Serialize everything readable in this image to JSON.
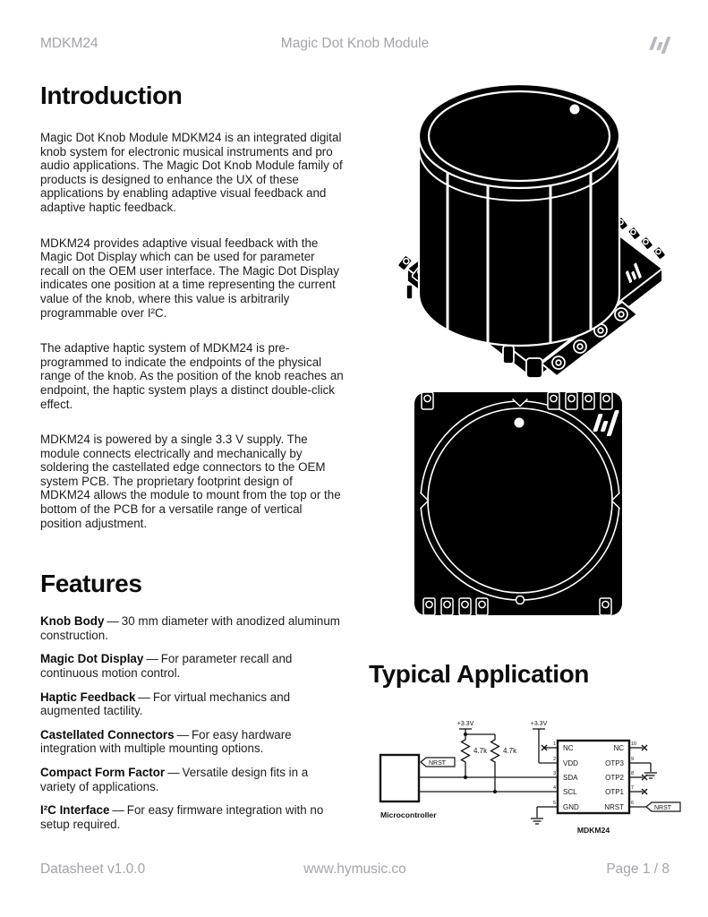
{
  "header": {
    "doc_id": "MDKM24",
    "title": "Magic Dot Knob Module"
  },
  "sections": {
    "introduction": {
      "heading": "Introduction",
      "paragraphs": [
        "Magic Dot Knob Module MDKM24 is an integrated digital knob system for electronic musical instruments and pro audio applications. The Magic Dot Knob Module family of products is designed to enhance the UX of these applications by enabling adaptive visual feedback and adaptive haptic feedback.",
        "MDKM24 provides adaptive visual feedback with the Magic Dot Display which can be used for parameter recall on the OEM user interface. The Magic Dot Display indicates one position at a time representing the current value of the knob, where this value is arbitrarily programmable over I²C.",
        "The adaptive haptic system of MDKM24 is pre-programmed to indicate the endpoints of the physical range of the knob. As the position of the knob reaches an endpoint, the haptic system plays a distinct double-click effect.",
        "MDKM24 is powered by a single 3.3 V supply. The module connects electrically and mechanically by soldering the castellated edge connectors to the OEM system PCB. The proprietary footprint design of MDKM24 allows the module to mount from the top or the bottom of the PCB for a versatile range of vertical position adjustment."
      ]
    },
    "features": {
      "heading": "Features",
      "separator": "—",
      "items": [
        {
          "term": "Knob Body",
          "desc": "30 mm diameter with anodized aluminum construction."
        },
        {
          "term": "Magic Dot Display",
          "desc": "For parameter recall and continuous motion control."
        },
        {
          "term": "Haptic Feedback",
          "desc": "For virtual mechanics and augmented tactility."
        },
        {
          "term": "Castellated Connectors",
          "desc": "For easy hardware integration with multiple mounting options."
        },
        {
          "term": "Compact Form Factor",
          "desc": "Versatile design fits in a variety of applications."
        },
        {
          "term": "I²C Interface",
          "desc": "For easy firmware integration with no setup required."
        }
      ]
    },
    "typical_application": {
      "heading": "Typical Application",
      "schematic": {
        "mcu_label": "Microcontroller",
        "ic_label": "MDKM24",
        "supply_label": "+3.3V",
        "resistor_value": "4.7k",
        "net_label": "NRST",
        "left_pins": [
          {
            "num": "1",
            "name": "NC"
          },
          {
            "num": "2",
            "name": "VDD"
          },
          {
            "num": "3",
            "name": "SDA"
          },
          {
            "num": "4",
            "name": "SCL"
          },
          {
            "num": "5",
            "name": "GND"
          }
        ],
        "right_pins": [
          {
            "num": "10",
            "name": "NC"
          },
          {
            "num": "9",
            "name": "OTP3"
          },
          {
            "num": "8",
            "name": "OTP2"
          },
          {
            "num": "7",
            "name": "OTP1"
          },
          {
            "num": "6",
            "name": "NRST"
          }
        ]
      }
    }
  },
  "footer": {
    "version": "Datasheet v1.0.0",
    "website": "www.hymusic.co",
    "page": "Page 1 / 8"
  },
  "colors": {
    "ink": "#0c0c0e",
    "muted": "#a4a4a9",
    "illustration_fill": "#000000",
    "illustration_line": "#ffffff"
  }
}
